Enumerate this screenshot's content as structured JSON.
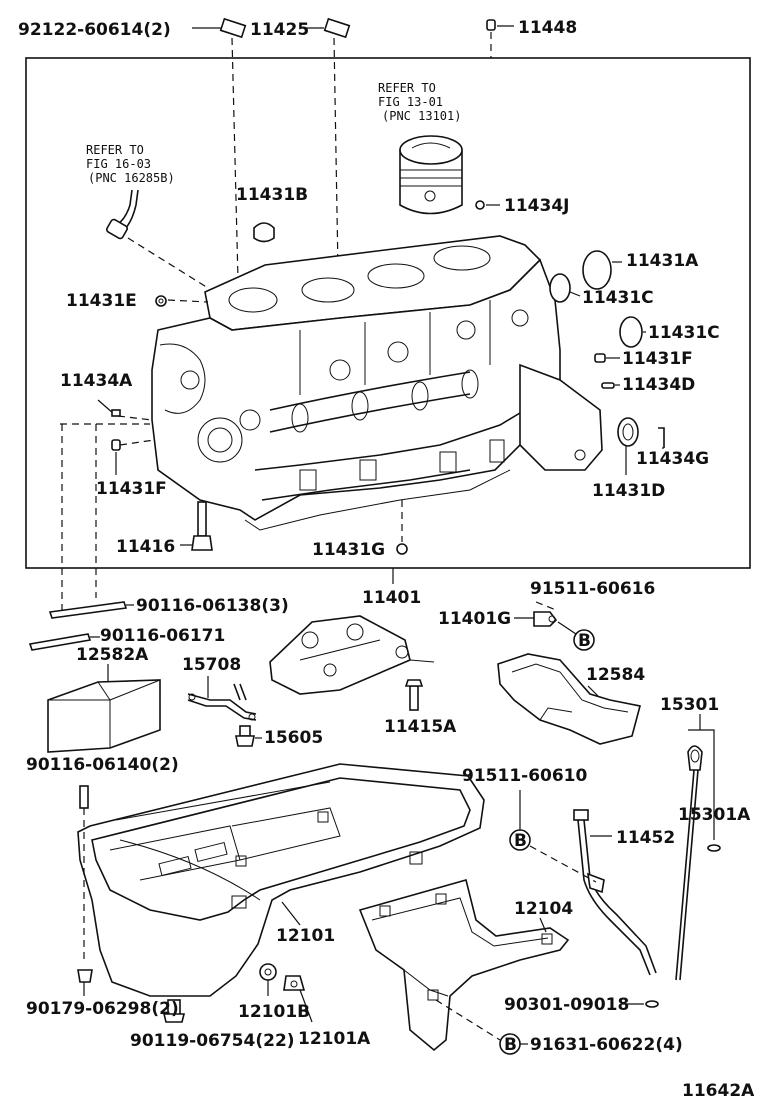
{
  "diagram": {
    "code": "11642A",
    "references": [
      {
        "line1": "REFER TO",
        "line2": "FIG 13-01",
        "line3": "(PNC 13101)"
      },
      {
        "line1": "REFER TO",
        "line2": "FIG 16-03",
        "line3": "(PNC 16285B)"
      }
    ],
    "labels": [
      "92122-60614(2)",
      "11425",
      "11448",
      "11434J",
      "11431B",
      "11431A",
      "11431E",
      "11431C",
      "11431C",
      "11431F",
      "11434D",
      "11434A",
      "11434G",
      "11431F",
      "11431D",
      "11416",
      "11431G",
      "11401",
      "91511-60616",
      "90116-06138(3)",
      "11401G",
      "90116-06171",
      "12582A",
      "15708",
      "12584",
      "15301",
      "15605",
      "11415A",
      "90116-06140(2)",
      "91511-60610",
      "15301A",
      "11452",
      "12101",
      "12104",
      "90179-06298(2)",
      "90301-09018",
      "12101B",
      "90119-06754(22)",
      "12101A",
      "91631-60622(4)"
    ],
    "callout": "B"
  }
}
